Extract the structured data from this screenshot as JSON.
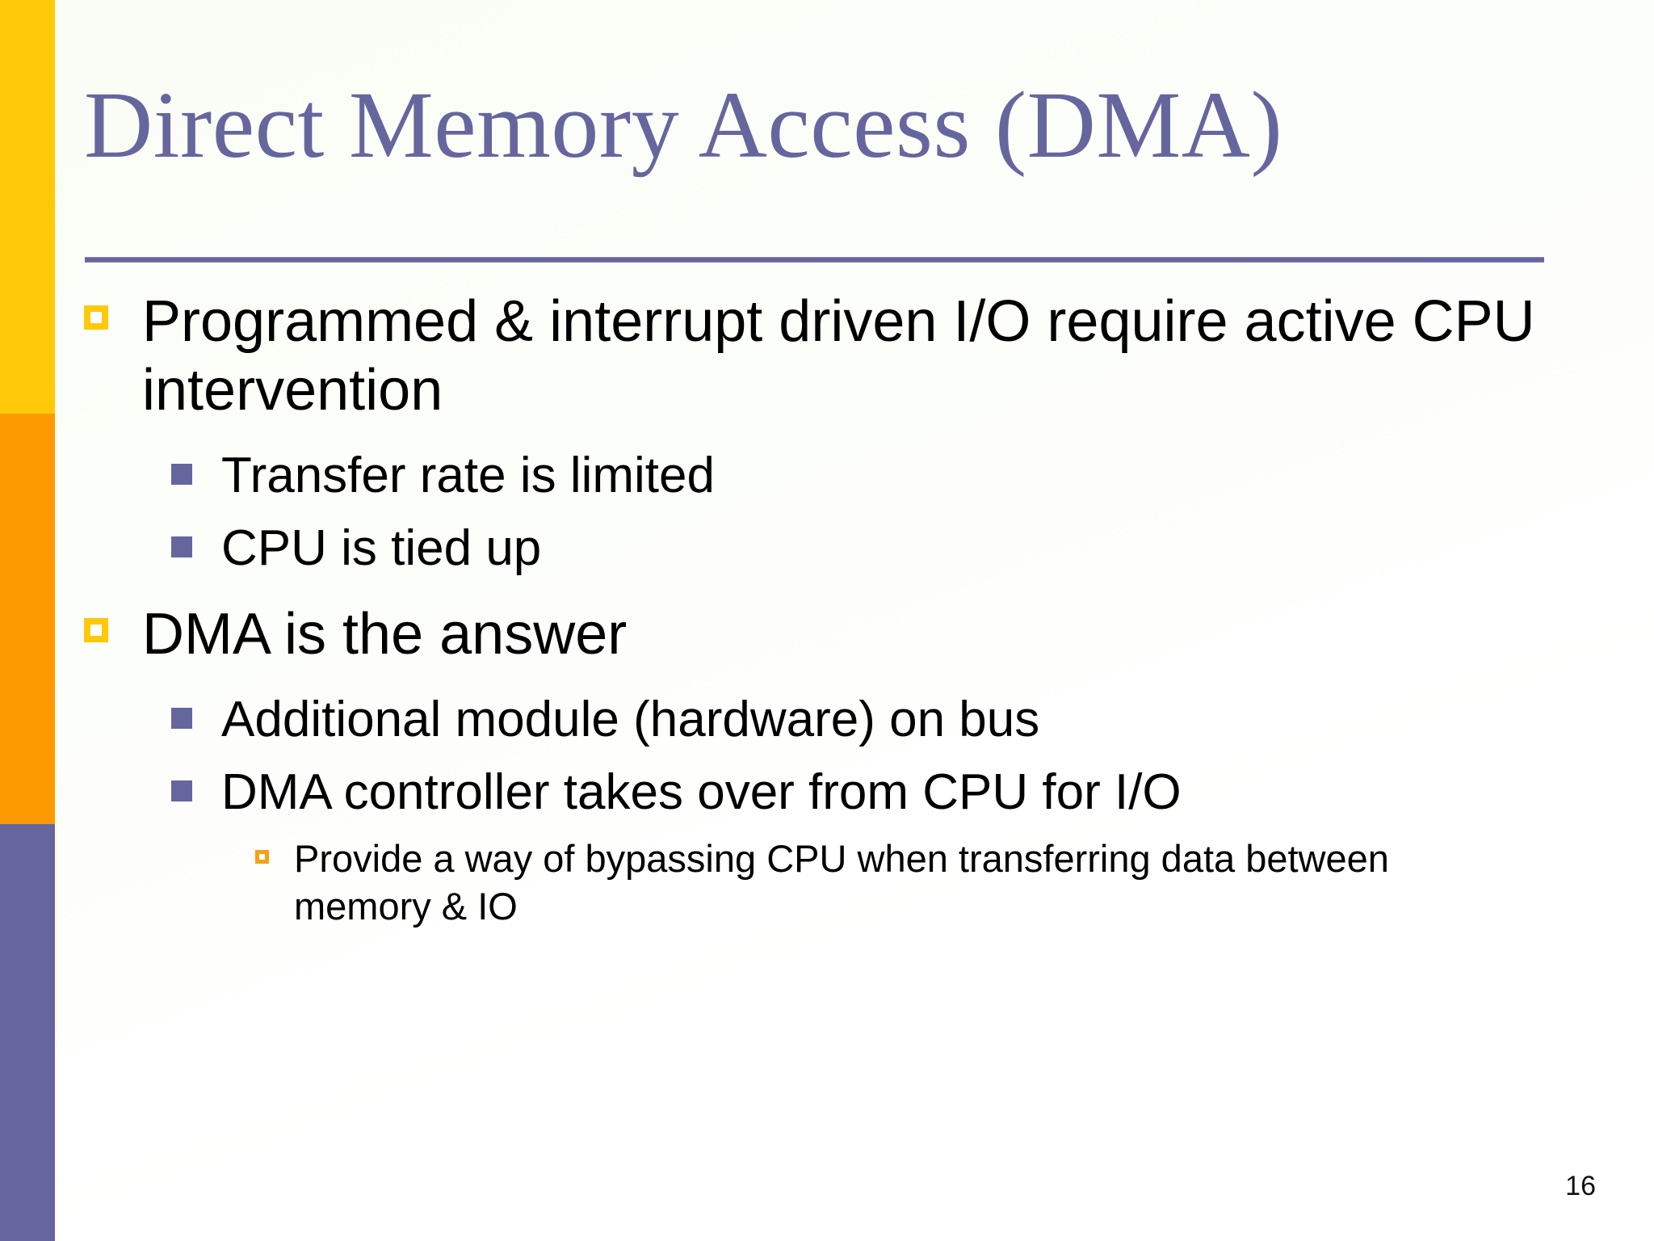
{
  "slide": {
    "title": "Direct Memory Access (DMA)",
    "page_number": "16",
    "colors": {
      "title": "#66669E",
      "rule": "#66669E",
      "accent_yellow": "#FFC809",
      "accent_orange": "#FD9A01",
      "accent_purple": "#66669E",
      "bullet_level1": "#FFC809",
      "bullet_level2": "#66669E",
      "bullet_level3": "#F5A114",
      "body_text": "#000000",
      "background": "#FCFEFA"
    },
    "bullets": [
      {
        "level": 1,
        "marker": "hollow-gold-square-icon",
        "text": "Programmed & interrupt driven I/O require active CPU intervention"
      },
      {
        "level": 2,
        "marker": "solid-purple-square-icon",
        "text": "Transfer rate is limited"
      },
      {
        "level": 2,
        "marker": "solid-purple-square-icon",
        "text": "CPU is tied up"
      },
      {
        "level": 1,
        "marker": "hollow-gold-square-icon",
        "text": "DMA is the answer"
      },
      {
        "level": 2,
        "marker": "solid-purple-square-icon",
        "text": "Additional module (hardware) on bus"
      },
      {
        "level": 2,
        "marker": "solid-purple-square-icon",
        "text": "DMA controller takes over from CPU for I/O"
      },
      {
        "level": 3,
        "marker": "hollow-orange-square-icon",
        "text": "Provide a way of bypassing CPU when transferring data between memory & IO"
      }
    ]
  }
}
